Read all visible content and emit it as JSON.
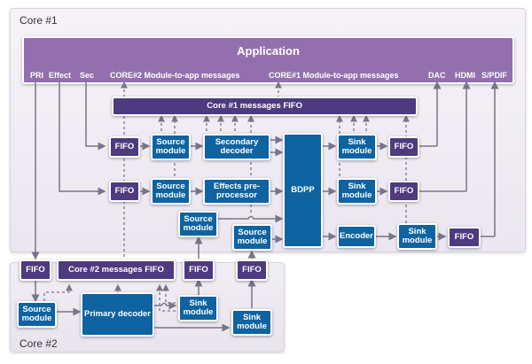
{
  "core1": {
    "label": "Core #1"
  },
  "core2": {
    "label": "Core #2"
  },
  "application": {
    "title": "Application",
    "ports": [
      "PRI",
      "Effect",
      "Sec",
      "CORE#2 Module-to-app messages",
      "CORE#1 Module-to-app messages",
      "DAC",
      "HDMI",
      "S/PDIF"
    ]
  },
  "blocks": {
    "core1_fifo": "Core #1 messages FIFO",
    "core2_fifo": "Core #2 messages FIFO",
    "fifo": "FIFO",
    "source_module": "Source module",
    "sink_module": "Sink module",
    "secondary_decoder": "Secondary decoder",
    "effects_preprocessor": "Effects pre-processor",
    "bdpp": "BDPP",
    "encoder": "Encoder",
    "primary_decoder": "Primary decoder"
  },
  "colors": {
    "application": "#9370ad",
    "fifo": "#4e3a7e",
    "module": "#0e63a0",
    "arrow": "#7a7488"
  }
}
